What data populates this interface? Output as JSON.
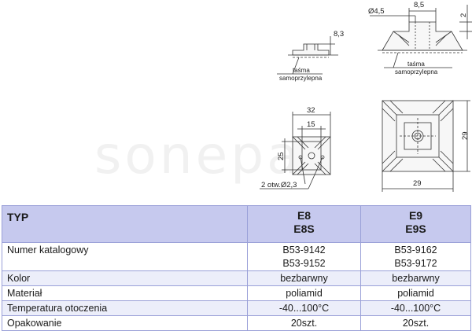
{
  "watermark": "sonepar",
  "drawings": {
    "dim_side_small_height": "8,3",
    "label_tape_line1": "taśma",
    "label_tape_line2": "samoprzylepna",
    "dim_hole_diameter": "Ø4,5",
    "dim_top_width": "8,5",
    "dim_base_thickness": "2",
    "dim_outer_width": "32",
    "dim_inner_width": "15",
    "dim_inner_height": "25",
    "dim_holes_note": "2 otw.Ø2,3",
    "dim_square_width": "29",
    "dim_square_height": "29"
  },
  "table": {
    "header": {
      "typ": "TYP",
      "col1_line1": "E8",
      "col1_line2": "E8S",
      "col2_line1": "E9",
      "col2_line2": "E9S"
    },
    "rows": [
      {
        "label": "Numer katalogowy",
        "col1": [
          "B53-9142",
          "B53-9152"
        ],
        "col2": [
          "B53-9162",
          "B53-9172"
        ]
      },
      {
        "label": "Kolor",
        "col1": "bezbarwny",
        "col2": "bezbarwny"
      },
      {
        "label": "Materiał",
        "col1": "poliamid",
        "col2": "poliamid"
      },
      {
        "label": "Temperatura otoczenia",
        "col1": "-40...100°C",
        "col2": "-40...100°C"
      },
      {
        "label": "Opakowanie",
        "col1": "20szt.",
        "col2": "20szt."
      }
    ]
  }
}
